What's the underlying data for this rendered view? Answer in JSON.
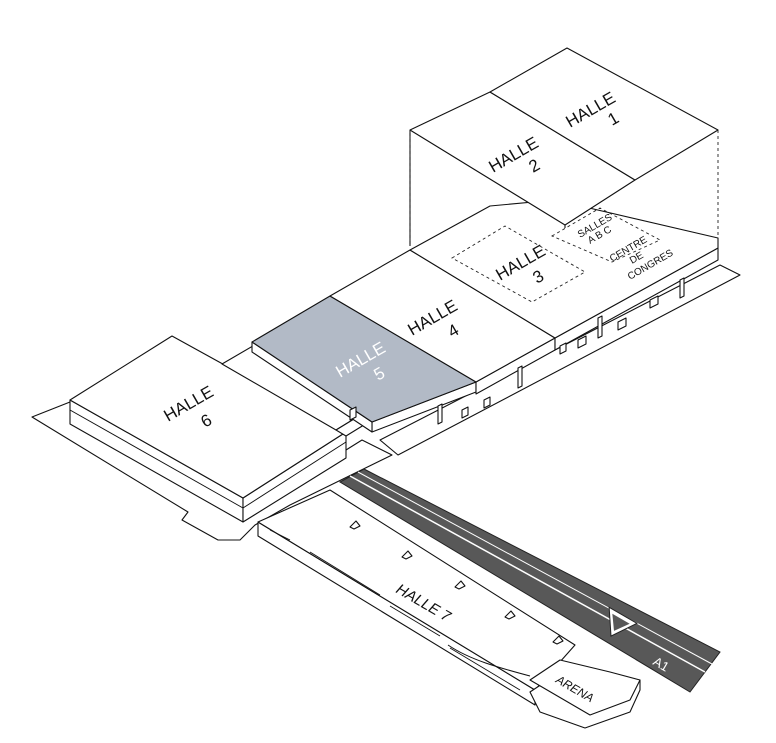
{
  "halls": [
    {
      "id": "halle-1",
      "line1": "HALLE",
      "line2": "1"
    },
    {
      "id": "halle-2",
      "line1": "HALLE",
      "line2": "2"
    },
    {
      "id": "halle-3",
      "line1": "HALLE",
      "line2": "3"
    },
    {
      "id": "halle-4",
      "line1": "HALLE",
      "line2": "4"
    },
    {
      "id": "halle-5",
      "line1": "HALLE",
      "line2": "5",
      "highlighted": true
    },
    {
      "id": "halle-6",
      "line1": "HALLE",
      "line2": "6"
    }
  ],
  "halle7": "HALLE 7",
  "arena": "ARENA",
  "salles": {
    "line1": "SALLES",
    "line2": "A B C"
  },
  "centre": {
    "line1": "CENTRE",
    "line2": "DE",
    "line3": "CONGRES"
  },
  "motorway": "A1",
  "colors": {
    "highlight": "#b2bac6",
    "road": "#585858",
    "line": "#111111",
    "background": "#ffffff"
  }
}
